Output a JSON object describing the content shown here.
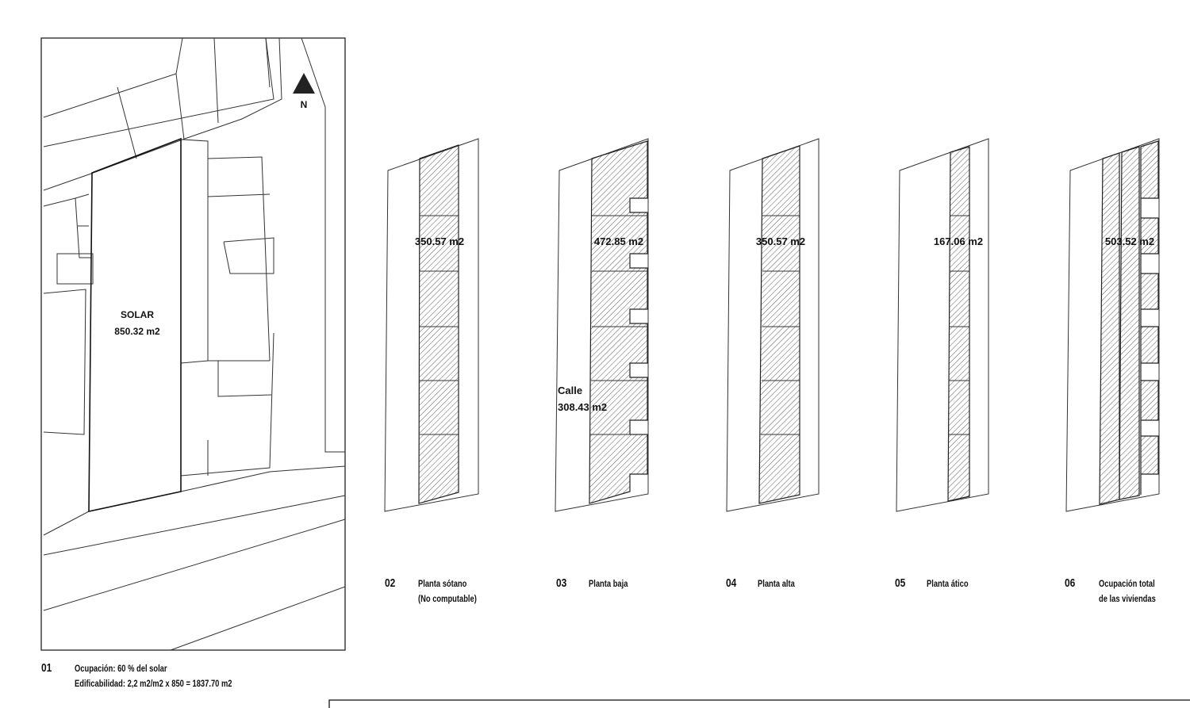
{
  "site_plan": {
    "solar_label": "SOLAR",
    "solar_area": "850.32 m2",
    "north_label": "N"
  },
  "panels": [
    {
      "number": "02",
      "title_line1": "Planta sótano",
      "title_line2": "(No computable)",
      "area": "350.57 m2"
    },
    {
      "number": "03",
      "title_line1": "Planta baja",
      "title_line2": "",
      "area": "472.85 m2",
      "street_label": "Calle",
      "street_area": "308.43 m2"
    },
    {
      "number": "04",
      "title_line1": "Planta alta",
      "title_line2": "",
      "area": "350.57 m2"
    },
    {
      "number": "05",
      "title_line1": "Planta ático",
      "title_line2": "",
      "area": "167.06 m2"
    },
    {
      "number": "06",
      "title_line1": "Ocupación total",
      "title_line2": "de las viviendas",
      "area": "503.52 m2"
    }
  ],
  "footer": {
    "number": "01",
    "line1": "Ocupación: 60 % del solar",
    "line2": "Edificabilidad: 2,2 m2/m2 x 850 = 1837.70 m2"
  }
}
